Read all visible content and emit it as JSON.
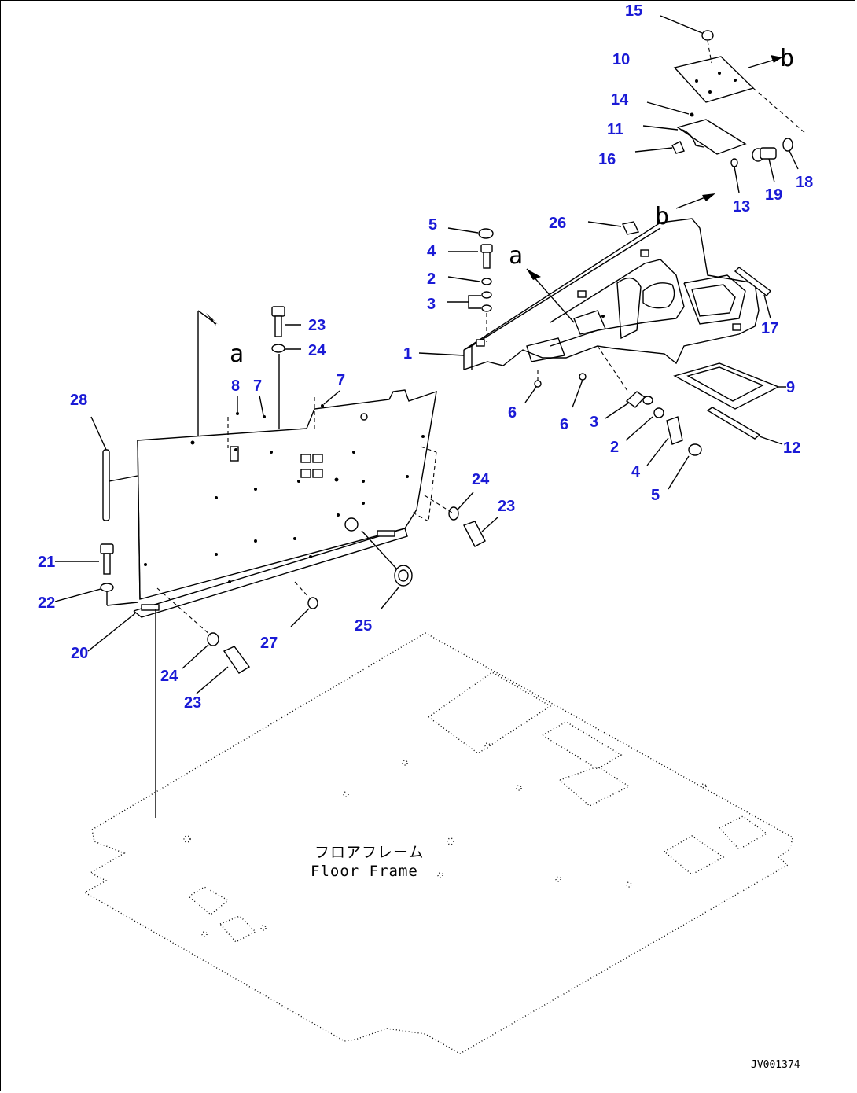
{
  "diagram": {
    "part_labels": [
      {
        "id": "15",
        "text": "15"
      },
      {
        "id": "10",
        "text": "10"
      },
      {
        "id": "14",
        "text": "14"
      },
      {
        "id": "11",
        "text": "11"
      },
      {
        "id": "16",
        "text": "16"
      },
      {
        "id": "13",
        "text": "13"
      },
      {
        "id": "19",
        "text": "19"
      },
      {
        "id": "18",
        "text": "18"
      },
      {
        "id": "5a",
        "text": "5"
      },
      {
        "id": "4a",
        "text": "4"
      },
      {
        "id": "2a",
        "text": "2"
      },
      {
        "id": "3a",
        "text": "3"
      },
      {
        "id": "1",
        "text": "1"
      },
      {
        "id": "26",
        "text": "26"
      },
      {
        "id": "17",
        "text": "17"
      },
      {
        "id": "9",
        "text": "9"
      },
      {
        "id": "12",
        "text": "12"
      },
      {
        "id": "6a",
        "text": "6"
      },
      {
        "id": "6b",
        "text": "6"
      },
      {
        "id": "3b",
        "text": "3"
      },
      {
        "id": "2b",
        "text": "2"
      },
      {
        "id": "4b",
        "text": "4"
      },
      {
        "id": "5b",
        "text": "5"
      },
      {
        "id": "23a",
        "text": "23"
      },
      {
        "id": "24a",
        "text": "24"
      },
      {
        "id": "8",
        "text": "8"
      },
      {
        "id": "7a",
        "text": "7"
      },
      {
        "id": "7b",
        "text": "7"
      },
      {
        "id": "28",
        "text": "28"
      },
      {
        "id": "24b",
        "text": "24"
      },
      {
        "id": "23b",
        "text": "23"
      },
      {
        "id": "21",
        "text": "21"
      },
      {
        "id": "22",
        "text": "22"
      },
      {
        "id": "20",
        "text": "20"
      },
      {
        "id": "27",
        "text": "27"
      },
      {
        "id": "25",
        "text": "25"
      },
      {
        "id": "24c",
        "text": "24"
      },
      {
        "id": "23c",
        "text": "23"
      }
    ],
    "ref_letters": {
      "b_top": "b",
      "b_mid": "b",
      "a_mid": "a",
      "a_left": "a"
    },
    "floor_frame_jp": "フロアフレーム",
    "floor_frame_en": "Floor Frame",
    "drawing_code": "JV001374",
    "colors": {
      "label": "#1a1ad6",
      "line": "#000000",
      "background": "#ffffff"
    }
  }
}
